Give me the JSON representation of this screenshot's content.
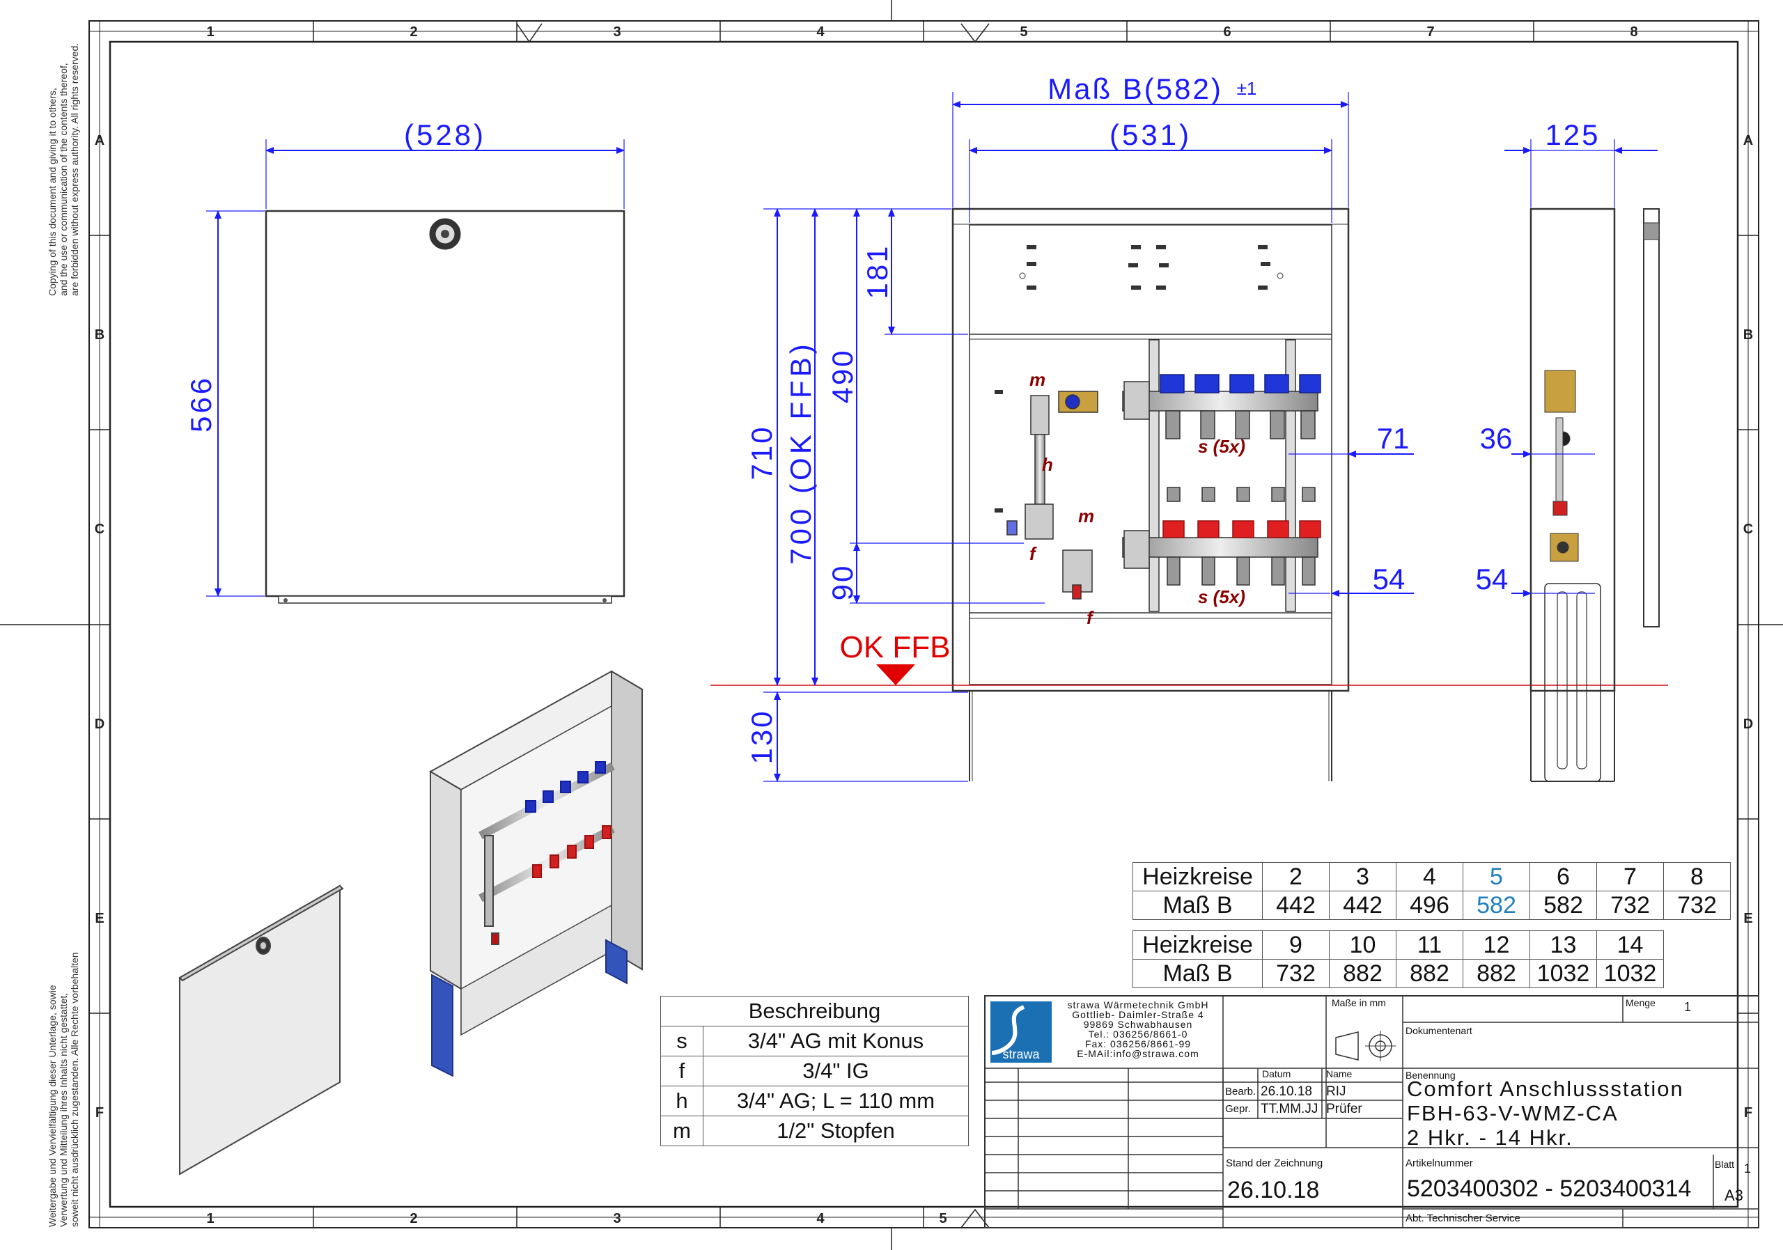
{
  "border": {
    "top_cols": [
      "1",
      "2",
      "3",
      "4",
      "5",
      "6",
      "7",
      "8"
    ],
    "bottom_cols": [
      "1",
      "2",
      "3",
      "4",
      "5"
    ],
    "rows": [
      "A",
      "B",
      "C",
      "D",
      "E",
      "F"
    ],
    "note_top": [
      "Copying of this document and giving it to others,",
      "and the use or communication of the contents thereof,",
      "are forbidden without express authority. All rights reserved."
    ],
    "note_bottom": [
      "Weitergabe und Vervielfältigung dieser Unterlage, sowie",
      "Verwertung und Mitteilung ihres Inhalts nicht gestattet,",
      "soweit nicht ausdrücklich zugestanden. Alle Rechte vorbehalten"
    ]
  },
  "dims": {
    "width_door": "(528)",
    "height_door": "566",
    "mass_b": "Maß B(582)",
    "mass_b_tol": "±1",
    "inner_width": "(531)",
    "depth": "125",
    "h710": "710",
    "h700": "700 (OK FFB)",
    "h490": "490",
    "h181": "181",
    "h90": "90",
    "h130": "130",
    "d71": "71",
    "d36": "36",
    "d54a": "54",
    "d54b": "54",
    "ok_ffb": "OK FFB"
  },
  "labels": {
    "m1": "m",
    "h": "h",
    "m2": "m",
    "f1": "f",
    "f2": "f",
    "s1": "s (5x)",
    "s2": "s (5x)"
  },
  "heizkreise_table": {
    "header_label": "Heizkreise",
    "value_label": "Maß B",
    "row1": {
      "heizkreise": [
        "2",
        "3",
        "4",
        "5",
        "6",
        "7",
        "8"
      ],
      "mass_b": [
        "442",
        "442",
        "496",
        "582",
        "582",
        "732",
        "732"
      ]
    },
    "row2": {
      "heizkreise": [
        "9",
        "10",
        "11",
        "12",
        "13",
        "14"
      ],
      "mass_b": [
        "732",
        "882",
        "882",
        "882",
        "1032",
        "1032"
      ]
    },
    "highlight_color": "#1f7fbf"
  },
  "beschreibung": {
    "title": "Beschreibung",
    "rows": [
      {
        "key": "s",
        "desc": "3/4\" AG mit Konus"
      },
      {
        "key": "f",
        "desc": "3/4\" IG"
      },
      {
        "key": "h",
        "desc": "3/4\" AG; L = 110 mm"
      },
      {
        "key": "m",
        "desc": "1/2\" Stopfen"
      }
    ]
  },
  "title_block": {
    "company_lines": [
      "strawa Wärmetechnik GmbH",
      "Gottlieb- Daimler-Straße 4",
      "99869 Schwabhausen",
      "Tel.: 036256/8661-0",
      "Fax: 036256/8661-99",
      "E-MAil:info@strawa.com"
    ],
    "logo_text": "strawa",
    "masse_label": "Maße in mm",
    "menge_label": "Menge",
    "menge_value": "1",
    "dokumentenart_label": "Dokumentenart",
    "datum_label": "Datum",
    "name_label": "Name",
    "benennung_label": "Benennung",
    "bearb_label": "Bearb.",
    "bearb_date": "26.10.18",
    "bearb_name": "RIJ",
    "gepr_label": "Gepr.",
    "gepr_date": "TT.MM.JJ",
    "gepr_name": "Prüfer",
    "benennung_lines": [
      "Comfort Anschlussstation",
      "FBH-63-V-WMZ-CA",
      "2 Hkr. - 14 Hkr."
    ],
    "stand_label": "Stand der Zeichnung",
    "stand_value": "26.10.18",
    "artikel_label": "Artikelnummer",
    "artikel_value": "5203400302 - 5203400314",
    "blatt_label": "Blatt",
    "blatt_value": "1",
    "format": "A3",
    "abt": "Abt. Technischer Service"
  },
  "colors": {
    "dimension": "#1a1aff",
    "label": "#8b0000",
    "ffb_line": "#d01010",
    "ok_ffb": "#e00000"
  }
}
